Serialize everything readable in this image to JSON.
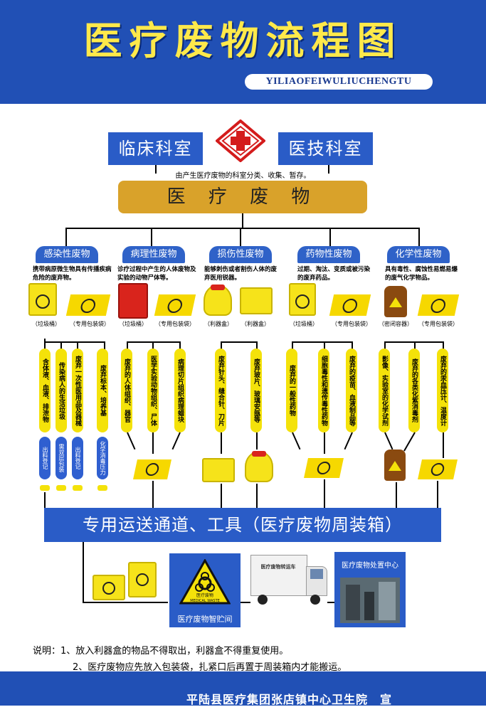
{
  "header": {
    "title": "医疗废物流程图",
    "pinyin": "YILIAOFEIWULIUCHENGTU"
  },
  "departments": {
    "left": "临床科室",
    "right": "医技科室"
  },
  "dept_note": "由产生医疗废物的科室分类、收集、暂存。",
  "waste_title": "医 疗 废 物",
  "categories": [
    {
      "name": "感染性废物",
      "desc": "携带病原微生物具有传播疾病危险的废弃物。",
      "labels": [
        "（垃圾桶）",
        "（专用包装袋）"
      ],
      "items": [
        "含体液、血液、排泄物",
        "传染病人的生活垃圾",
        "废弃一次性医用品及器械",
        "废弃标本、培养基"
      ],
      "blue": [
        "出料登记",
        "需双层包装",
        "出料登记",
        "化学消毒压力灭菌后收集"
      ]
    },
    {
      "name": "病理性废物",
      "desc": "诊疗过程中产生的人体废物及实验的动物尸体等。",
      "labels": [
        "（垃圾桶）",
        "（专用包装袋）"
      ],
      "items": [
        "废弃的人体组织、器官",
        "医学实验动物组织、尸体",
        "病理切片组织病理蜡块"
      ]
    },
    {
      "name": "损伤性废物",
      "desc": "能够刺伤或者割伤人体的废弃医用锐器。",
      "labels": [
        "（利器盒）",
        "（利器盒）"
      ],
      "items": [
        "废弃针头、缝合针、刀片等",
        "废弃玻片、玻璃安瓿等"
      ]
    },
    {
      "name": "药物性废物",
      "desc": "过期、淘汰、变质或被污染的废弃药品。",
      "labels": [
        "（垃圾桶）",
        "（专用包装袋）"
      ],
      "items": [
        "废弃的一般性药物",
        "细胞毒性和遗传毒性药物",
        "废弃的疫苗、血液制品等"
      ]
    },
    {
      "name": "化学性废物",
      "desc": "具有毒性、腐蚀性易燃易爆的废气化学物品。",
      "labels": [
        "（密闭容器）",
        "（专用包装袋）"
      ],
      "items": [
        "影像、实验室的化学试剂",
        "废弃的各类化紫消毒剂",
        "废弃的汞血压计、温度计"
      ]
    }
  ],
  "transport": "专用运送通道、工具（医疗废物周装箱）",
  "storage": {
    "label": "医疗废物智贮间",
    "sign": "医疗废物",
    "sign_en": "MEDICAL WASTE"
  },
  "truck_text": "医疗废物转运车",
  "disposal": "医疗废物处置中心",
  "explain": [
    "说明：1、放入利器盒的物品不得取出，利器盒不得重复使用。",
    "2、医疗废物应先放入包装袋，扎紧口后再置于周装箱内才能搬运。"
  ],
  "footer": "平陆县医疗集团张店镇中心卫生院　宣",
  "colors": {
    "header_blue": "#2150b5",
    "panel_blue": "#2a5cc7",
    "gold": "#d9a22a",
    "yellow": "#f4e20a",
    "title_yellow": "#ffe94a"
  }
}
